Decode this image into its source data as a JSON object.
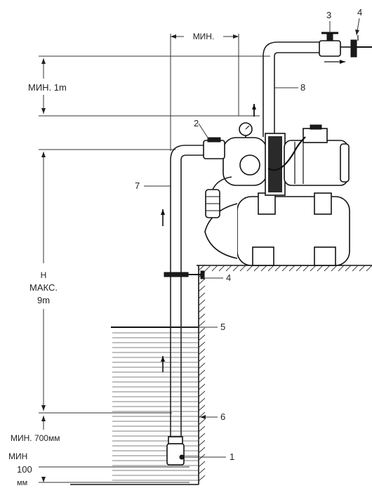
{
  "labels": {
    "min_top": "МИН.",
    "min_1m": "МИН. 1m",
    "h": "H",
    "max": "МАКС.",
    "depth_9m": "9m",
    "min_700": "МИН. 700мм",
    "min": "МИН",
    "hundred": "100",
    "mm": "мм"
  },
  "callouts": {
    "c1": "1",
    "c2": "2",
    "c3": "3",
    "c4_top": "4",
    "c4_mid": "4",
    "c5": "5",
    "c6": "6",
    "c7": "7",
    "c8": "8"
  }
}
